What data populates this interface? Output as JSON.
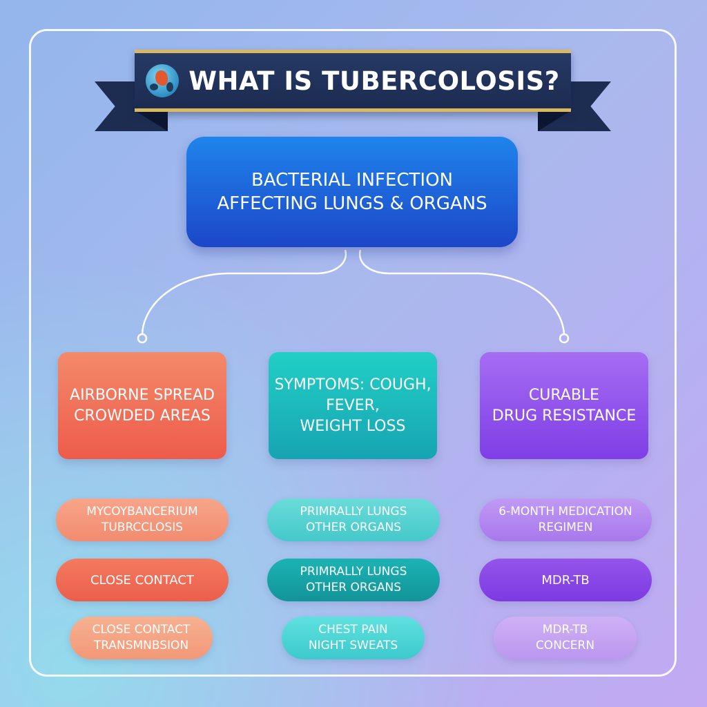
{
  "title": "WHAT IS TUBERCOLOSIS?",
  "title_icon": "globe-icon",
  "main": {
    "lines": [
      "BACTERIAL INFECTION",
      "AFFECTING LUNGS & ORGANS"
    ],
    "color": "#1d5fdc"
  },
  "categories": [
    {
      "lines": [
        "AIRBORNE SPREAD",
        "CROWDED AREAS"
      ],
      "color": "#f0694f",
      "items": [
        {
          "lines": [
            "MYCOYBANCERIUM",
            "TUBRCCLOSIS"
          ],
          "color": "#f5967a"
        },
        {
          "lines": [
            "CLOSE CONTACT"
          ],
          "color": "#ee6750"
        },
        {
          "lines": [
            "CLOSE CONTACT",
            "TRANSMNBSION"
          ],
          "color": "#f5a384"
        }
      ]
    },
    {
      "lines": [
        "SYMPTOMS: COUGH,",
        "FEVER,",
        "WEIGHT LOSS"
      ],
      "color": "#19b5bb",
      "items": [
        {
          "lines": [
            "PRIMRALLY LUNGS",
            "OTHER ORGANS"
          ],
          "color": "#55d3d3"
        },
        {
          "lines": [
            "PRIMRALLY LUNGS",
            "OTHER ORGANS"
          ],
          "color": "#15a1a6"
        },
        {
          "lines": [
            "CHEST PAIN",
            "NIGHT SWEATS"
          ],
          "color": "#4fd8d8"
        }
      ]
    },
    {
      "lines": [
        "CURABLE",
        "DRUG RESISTANCE"
      ],
      "color": "#8a4aea",
      "items": [
        {
          "lines": [
            "6-MONTH MEDICATION",
            "REGIMEN"
          ],
          "color": "#b486f0"
        },
        {
          "lines": [
            "MDR-TB"
          ],
          "color": "#8a46e6"
        },
        {
          "lines": [
            "MDR-TB",
            "CONCERN"
          ],
          "color": "#c4a0f2"
        }
      ]
    }
  ]
}
